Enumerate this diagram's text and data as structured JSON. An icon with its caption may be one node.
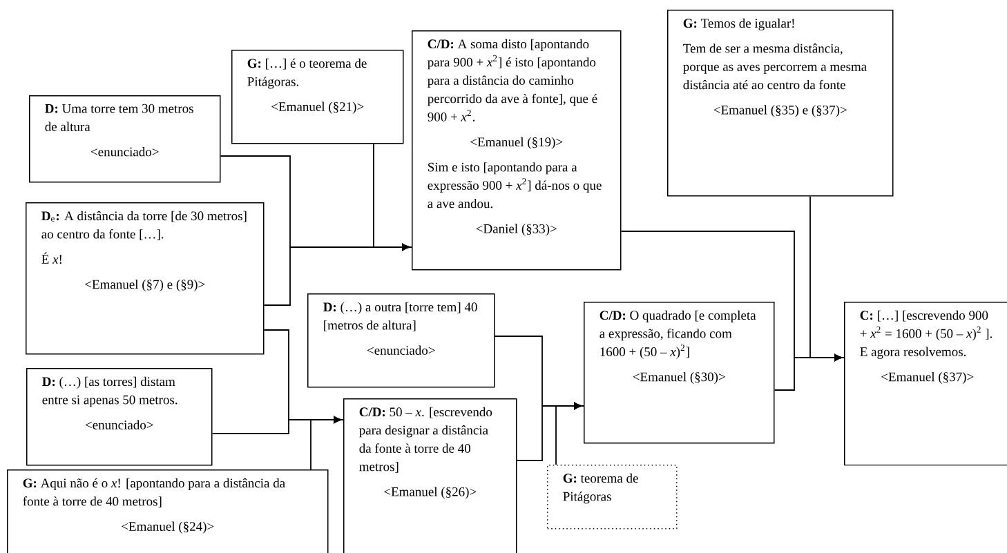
{
  "diagram": {
    "nodes": [
      {
        "text": [
          "**D:** Uma torre tem 30 metros de altura",
          "<enunciado>"
        ]
      },
      {
        "text": [
          "**G:** […] é o teorema de Pitágoras.",
          "<Emanuel (§21)>"
        ]
      },
      {
        "text": [
          "**C/D:** A soma disto [apontando para 900 + *x*$^{2}$] é isto [apontando para a distância do caminho percorrido da ave à fonte], que é 900 + *x*$^{2}$.",
          "<Emanuel (§19)>",
          "Sim e isto [apontando para a expressão 900 + *x*$^{2}$] dá-nos o que a ave andou.",
          "<Daniel (§33)>"
        ]
      },
      {
        "text": [
          "**G:** Temos de igualar!",
          "Tem de ser a mesma distância, porque as aves percorrem a mesma distância até ao centro da fonte",
          "<Emanuel (§35) e (§37)>"
        ]
      },
      {
        "text": [
          "**D**$_{e}$**:** A distância da torre [de 30 metros] ao centro da fonte […].",
          "É *x*!",
          "<Emanuel (§7) e (§9)>"
        ]
      },
      {
        "text": [
          "**D:** (…) a outra [torre tem] 40 [metros de altura]",
          "<enunciado>"
        ]
      },
      {
        "text": [
          "**C/D:** O quadrado [e completa a expressão, ficando com 1600 + (50 – *x*)$^{2}$]",
          "<Emanuel (§30)>"
        ]
      },
      {
        "text": [
          "**C:** […] [escrevendo 900 + *x*$^{2}$ = 1600 + (50 – *x*)$^{2}$ ]. E agora resolvemos.",
          "<Emanuel (§37)>"
        ]
      },
      {
        "text": [
          "**D:** (…) [as torres] distam entre si apenas 50 metros.",
          "<enunciado>"
        ]
      },
      {
        "text": [
          "**C/D:** 50 – *x*. [escrevendo para designar a distância da fonte à torre de 40 metros]",
          "<Emanuel (§26)>"
        ]
      },
      {
        "text": [
          "**G:** Aqui não é o *x*! [apontando para a distância da fonte à torre de 40 metros]",
          "<Emanuel (§24)>"
        ]
      },
      {
        "text": [
          "**G:** teorema de Pitágoras"
        ]
      }
    ],
    "edges": [
      {
        "from": 0,
        "to": 2,
        "arrow": "to"
      },
      {
        "from": 4,
        "to": 2,
        "arrow": "to"
      },
      {
        "from": 1,
        "to": 2,
        "arrow": "none"
      },
      {
        "from": 4,
        "to": 9,
        "arrow": "to"
      },
      {
        "from": 8,
        "to": 9,
        "arrow": "to"
      },
      {
        "from": 10,
        "to": 9,
        "arrow": "none"
      },
      {
        "from": 5,
        "to": 6,
        "arrow": "to"
      },
      {
        "from": 9,
        "to": 6,
        "arrow": "to"
      },
      {
        "from": 11,
        "to": 6,
        "arrow": "none"
      },
      {
        "from": 2,
        "to": 7,
        "arrow": "to"
      },
      {
        "from": 6,
        "to": 7,
        "arrow": "to"
      },
      {
        "from": 3,
        "to": 7,
        "arrow": "none"
      }
    ]
  }
}
